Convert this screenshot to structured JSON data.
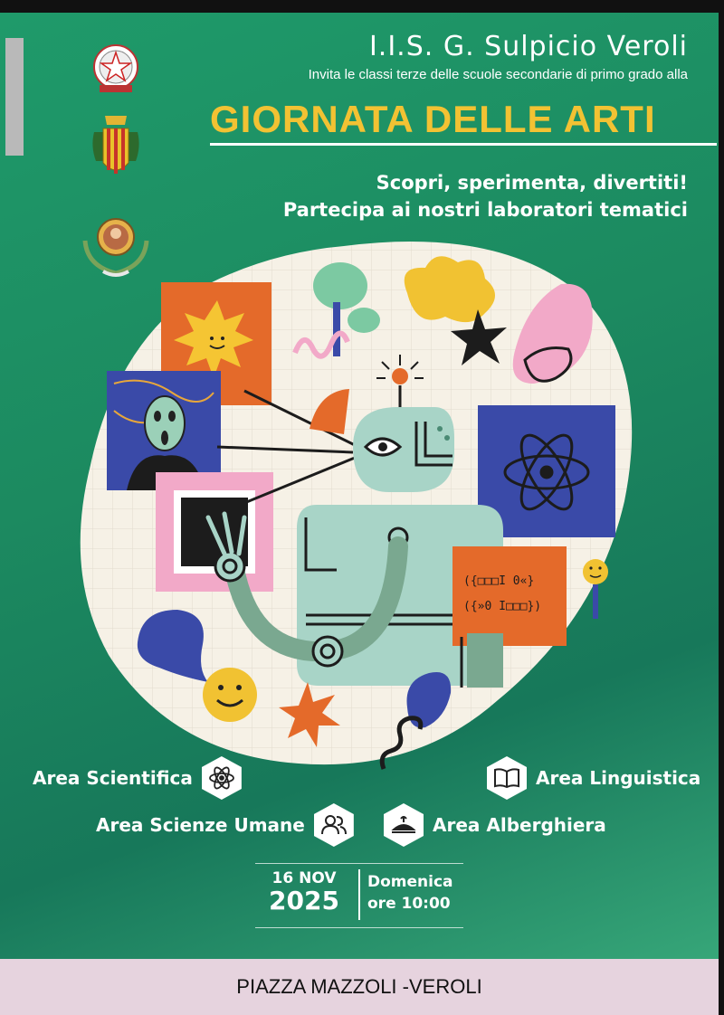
{
  "header": {
    "school": "I.I.S. G. Sulpicio Veroli",
    "invite": "Invita le classi terze delle scuole secondarie di primo grado alla",
    "title": "GIORNATA DELLE ARTI"
  },
  "tagline": {
    "line1": "Scopri, sperimenta, divertiti!",
    "line2": "Partecipa ai nostri laboratori  tematici"
  },
  "art": {
    "code_line1": "({□□□I 0«}",
    "code_line2": "({»0 I□□□})"
  },
  "areas": {
    "scientifica": "Area Scientifica",
    "linguistica": "Area Linguistica",
    "scienze_umane": "Area Scienze Umane",
    "alberghiera": "Area Alberghiera"
  },
  "event": {
    "day_month": "16 NOV",
    "year": "2025",
    "weekday": "Domenica",
    "time": "ore 10:00"
  },
  "footer": {
    "location": "PIAZZA MAZZOLI -VEROLI"
  },
  "colors": {
    "background": "#1c8a60",
    "title": "#f2c233",
    "footer": "#e6d3de"
  }
}
